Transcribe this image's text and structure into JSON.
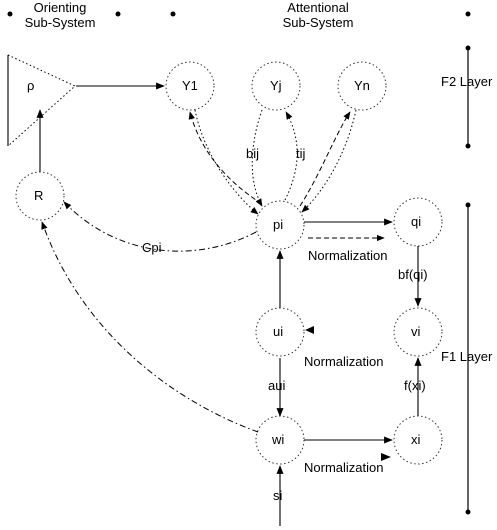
{
  "headers": {
    "orienting_line1": "Orienting",
    "orienting_line2": "Sub-System",
    "attentional_line1": "Attentional",
    "attentional_line2": "Sub-System"
  },
  "layers": {
    "f2": "F2 Layer",
    "f1": "F1 Layer"
  },
  "nodes": {
    "rho": "ρ",
    "R": "R",
    "y1": "Y1",
    "yj": "Yj",
    "yn": "Yn",
    "pi": "pi",
    "qi": "qi",
    "ui": "ui",
    "vi": "vi",
    "wi": "wi",
    "xi": "xi"
  },
  "edge_labels": {
    "bij": "bij",
    "tij": "tij",
    "cpi": "Cpi",
    "normalization_p": "Normalization",
    "bf_q": "bf(qi)",
    "normalization_u": "Normalization",
    "au": "aui",
    "f_x": "f(xi)",
    "normalization_w": "Normalization",
    "si": "si"
  }
}
